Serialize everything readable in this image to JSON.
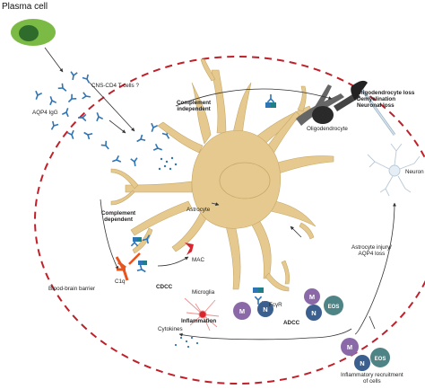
{
  "labels": {
    "plasma_cell": "Plasma cell",
    "aqp4_igg": "AQP4 IgG",
    "cns_cd4": "CNS-CD4 T cells ?",
    "complement_independent": "Complement\nindependent",
    "complement_dependent": "Complement\ndependent",
    "oligodendrocyte": "Oligodendrocyte",
    "outcomes": "Oligodendrocyte loss\nDemyelination\nNeuronal loss",
    "neuron": "Neuron",
    "astrocyte": "Astrocyte",
    "mac": "MAC",
    "c1q": "C1q",
    "cdcc": "CDCC",
    "microglia": "Microglia",
    "inflammation": "Inflammation",
    "cytokines": "Cytokines",
    "fcyr": "FcγR",
    "adcc": "ADCC",
    "bbb": "Blood-brain barrier",
    "astro_injury": "Astrocyte injury/\nAQP4 loss",
    "recruitment": "Inflammatory recruitment\nof cells"
  },
  "cells": {
    "m": "M",
    "n": "N",
    "eos": "EOS"
  },
  "colors": {
    "plasma_cell": "#7bbb45",
    "plasma_nucleus": "#2f6b2a",
    "astrocyte": "#e5c98f",
    "antibody": "#2f75b5",
    "barrier": "#c0202a",
    "complement": "#e8541e",
    "mac": "#d9262e",
    "macrophage": "#8b69a8",
    "neutrophil": "#3b5f8e",
    "eosinophil": "#4f8486",
    "oligodendrocyte": "#2a2a2a",
    "fcyr": "#1e7f88"
  }
}
